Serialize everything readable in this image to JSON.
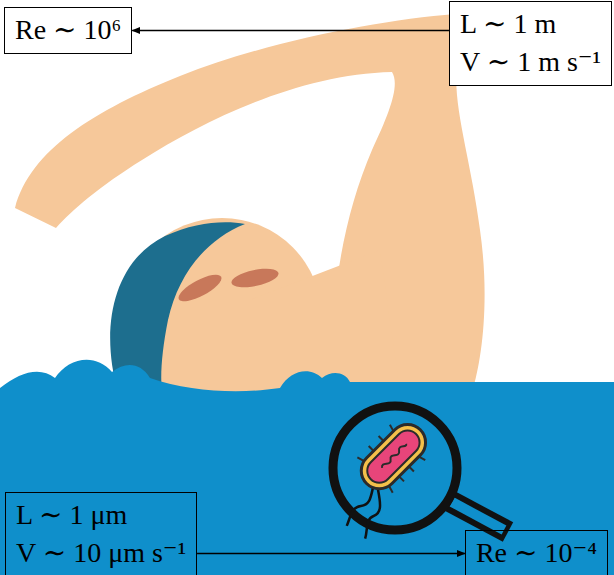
{
  "diagram": {
    "nodes": [
      {
        "text": [
          "Re ∼ 10⁶"
        ]
      },
      {
        "text": [
          "L ∼ 1 m",
          "V ∼ 1 m s⁻¹"
        ]
      },
      {
        "text": [
          "L ∼ 1 μm",
          "V ∼ 10 μm s⁻¹"
        ]
      },
      {
        "text": [
          "Re ∼ 10⁻⁴"
        ]
      }
    ],
    "edges": [
      {
        "from": 1,
        "to": 0,
        "arrow": "to"
      },
      {
        "from": 2,
        "to": 3,
        "arrow": "to"
      }
    ]
  }
}
